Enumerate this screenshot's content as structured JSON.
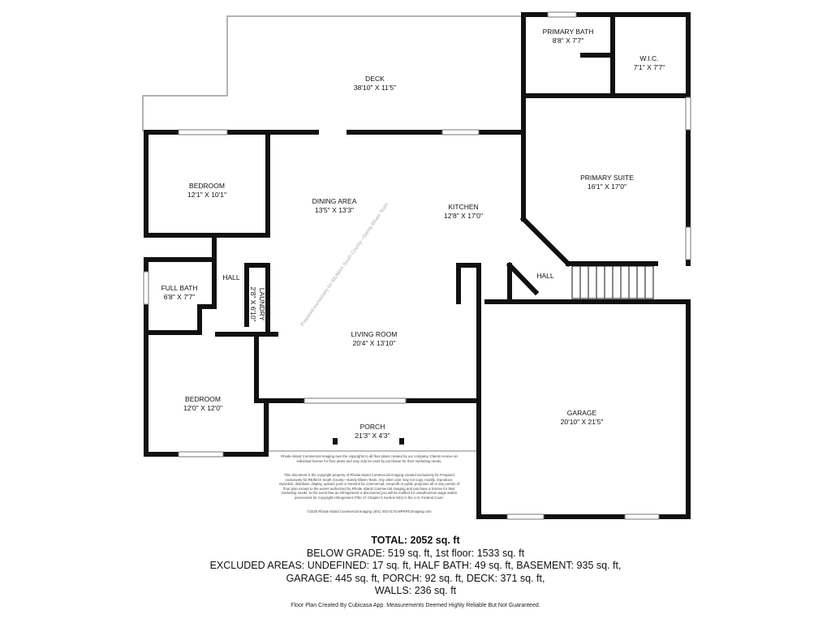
{
  "rooms": {
    "deck": {
      "name": "DECK",
      "dims": "38'10\" X 11'5\""
    },
    "primary_bath": {
      "name": "PRIMARY BATH",
      "dims": "8'8\" X 7'7\""
    },
    "wic": {
      "name": "W.I.C.",
      "dims": "7'1\" X 7'7\""
    },
    "bedroom1": {
      "name": "BEDROOM",
      "dims": "12'1\" X 10'1\""
    },
    "dining": {
      "name": "DINING AREA",
      "dims": "13'5\" X 13'3\""
    },
    "kitchen": {
      "name": "KITCHEN",
      "dims": "12'8\" X 17'0\""
    },
    "primary_suite": {
      "name": "PRIMARY SUITE",
      "dims": "16'1\" X 17'0\""
    },
    "full_bath": {
      "name": "FULL BATH",
      "dims": "6'8\" X 7'7\""
    },
    "hall1": {
      "name": "HALL"
    },
    "laundry": {
      "name": "LAUNDRY",
      "dims": "2'8\" X 6'10\""
    },
    "hall2": {
      "name": "HALL"
    },
    "living": {
      "name": "LIVING ROOM",
      "dims": "20'4\" X 13'10\""
    },
    "bedroom2": {
      "name": "BEDROOM",
      "dims": "12'0\" X 12'0\""
    },
    "porch": {
      "name": "PORCH",
      "dims": "21'3\" X 4'3\""
    },
    "garage": {
      "name": "GARAGE",
      "dims": "20'10\" X 21'5\""
    }
  },
  "watermark": "Prepared exclusively for RE/MAX South County—Sandy Bliven Team",
  "disclaimer": {
    "p1": "Rhode Island Commercial Imaging own the copyrights to all floor plans created by our company. Clients receive an individual license for floor plans and may only be used by purchaser for their marketing needs.",
    "p2": "This document is the copyright property of Rhode Island Commercial Imaging created exclusively for Prepared exclusively for RE/MAX South County—Sandy Bliven Team. Any other user may not copy, modify, reproduce, republish, distribute, display, upload, post or transmit for commercial, nonprofit or public purposes all or any portion of floor plan except to the extent authorized by Rhode Island Commercial Imaging and purchase a license for their marketing needs. In the event that an infringement is discovered you will be notified for unauthorized usage and/or prosecuted for Copyright infringement (Title 17 Chapter 5 Section 501) in the U.S. Federal Court.",
    "p3": "©2025 Rhode Island Commercial Imaging (401) 402-0175 MPRRICImaging.com"
  },
  "totals": {
    "total": "TOTAL: 2052 sq. ft",
    "line1": "BELOW GRADE: 519 sq. ft, 1st floor: 1533 sq. ft",
    "line2": "EXCLUDED AREAS: UNDEFINED: 17 sq. ft, HALF BATH: 49 sq. ft, BASEMENT: 935 sq. ft,",
    "line3": "GARAGE: 445 sq. ft, PORCH: 92 sq. ft, DECK: 371 sq. ft,",
    "line4": "WALLS: 236 sq. ft"
  },
  "credit": "Floor Plan Created By Cubicasa App. Measurements Deemed Highly Reliable But Not Guaranteed."
}
